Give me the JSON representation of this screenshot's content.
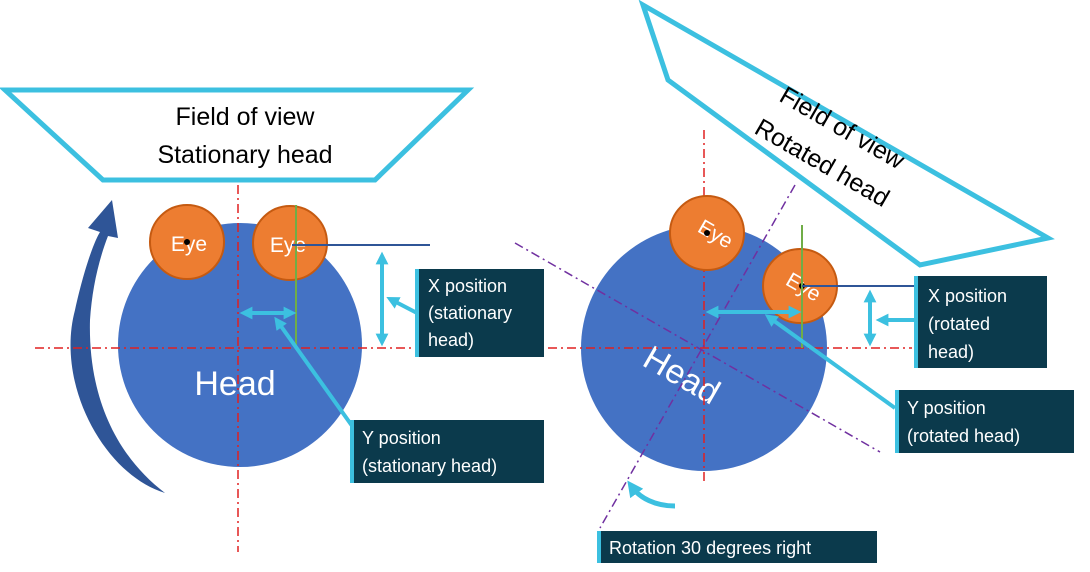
{
  "left": {
    "fov_line1": "Field of view",
    "fov_line2": "Stationary head",
    "eye_left": "Eye",
    "eye_right": "Eye",
    "head": "Head",
    "x_label": [
      "X position",
      "(stationary",
      "head)"
    ],
    "y_label": [
      "Y position",
      "(stationary head)"
    ]
  },
  "right": {
    "fov_line1": "Field of view",
    "fov_line2": "Rotated head",
    "eye_top": "Eye",
    "eye_right": "Eye",
    "head": "Head",
    "x_label": [
      "X position",
      "(rotated",
      "head)"
    ],
    "y_label": [
      "Y position",
      "(rotated head)"
    ],
    "rotation_label": "Rotation 30 degrees right"
  },
  "colors": {
    "head": "#4472c4",
    "eye": "#ed7d31",
    "eye_border": "#c55a11",
    "fov_border": "#3cc0e0",
    "arrow": "#3cc0e0",
    "axis": "#e02020",
    "rotated_axis": "#7030a0",
    "label_bg": "#0b3a4c",
    "label_accent": "#3cc0e0",
    "rotation_arrow": "#2f5597",
    "green_line": "#70ad47"
  }
}
